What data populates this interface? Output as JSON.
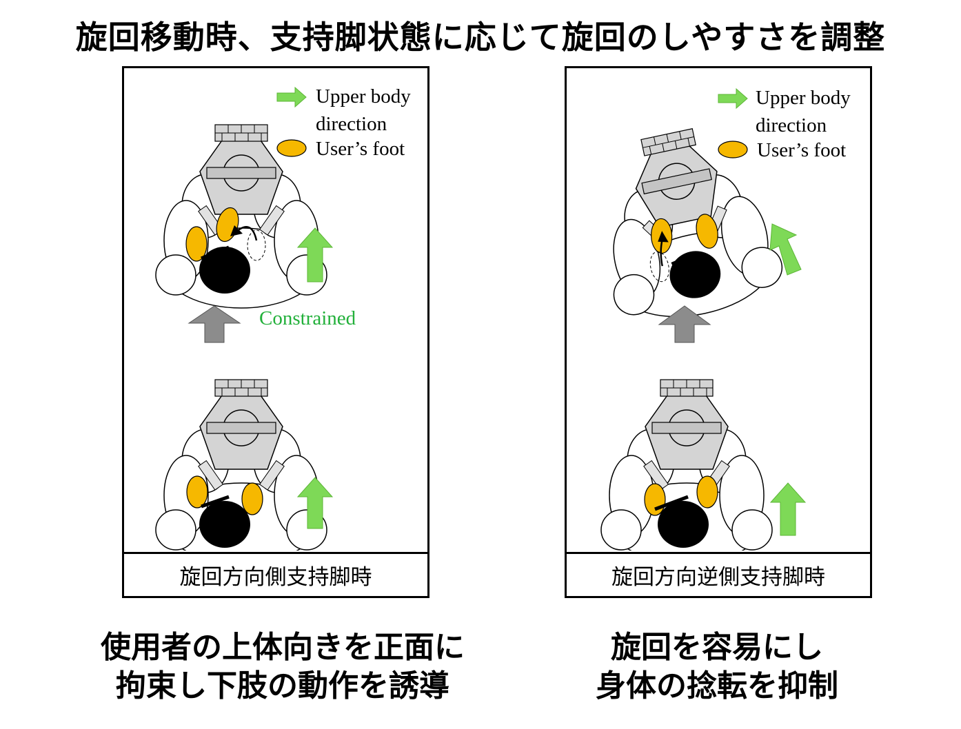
{
  "title": "旋回移動時、支持脚状態に応じて旋回のしやすさを調整",
  "legend": {
    "arrow_label_line1": "Upper body",
    "arrow_label_line2": "direction",
    "foot_label": "User’s foot"
  },
  "panels": [
    {
      "caption": "旋回方向側支持脚時",
      "annotation": "Constrained"
    },
    {
      "caption": "旋回方向逆側支持脚時"
    }
  ],
  "bottom_text": {
    "left_line1": "使用者の上体向きを正面に",
    "left_line2": "拘束し下肢の動作を誘導",
    "right_line1": "旋回を容易にし",
    "right_line2": "身体の捻転を抑制"
  },
  "colors": {
    "green_arrow": "#7ed957",
    "green_text": "#22b03a",
    "foot": "#f6b800",
    "gray_arrow": "#8c8c8c",
    "robot_gray": "#d4d4d4"
  }
}
